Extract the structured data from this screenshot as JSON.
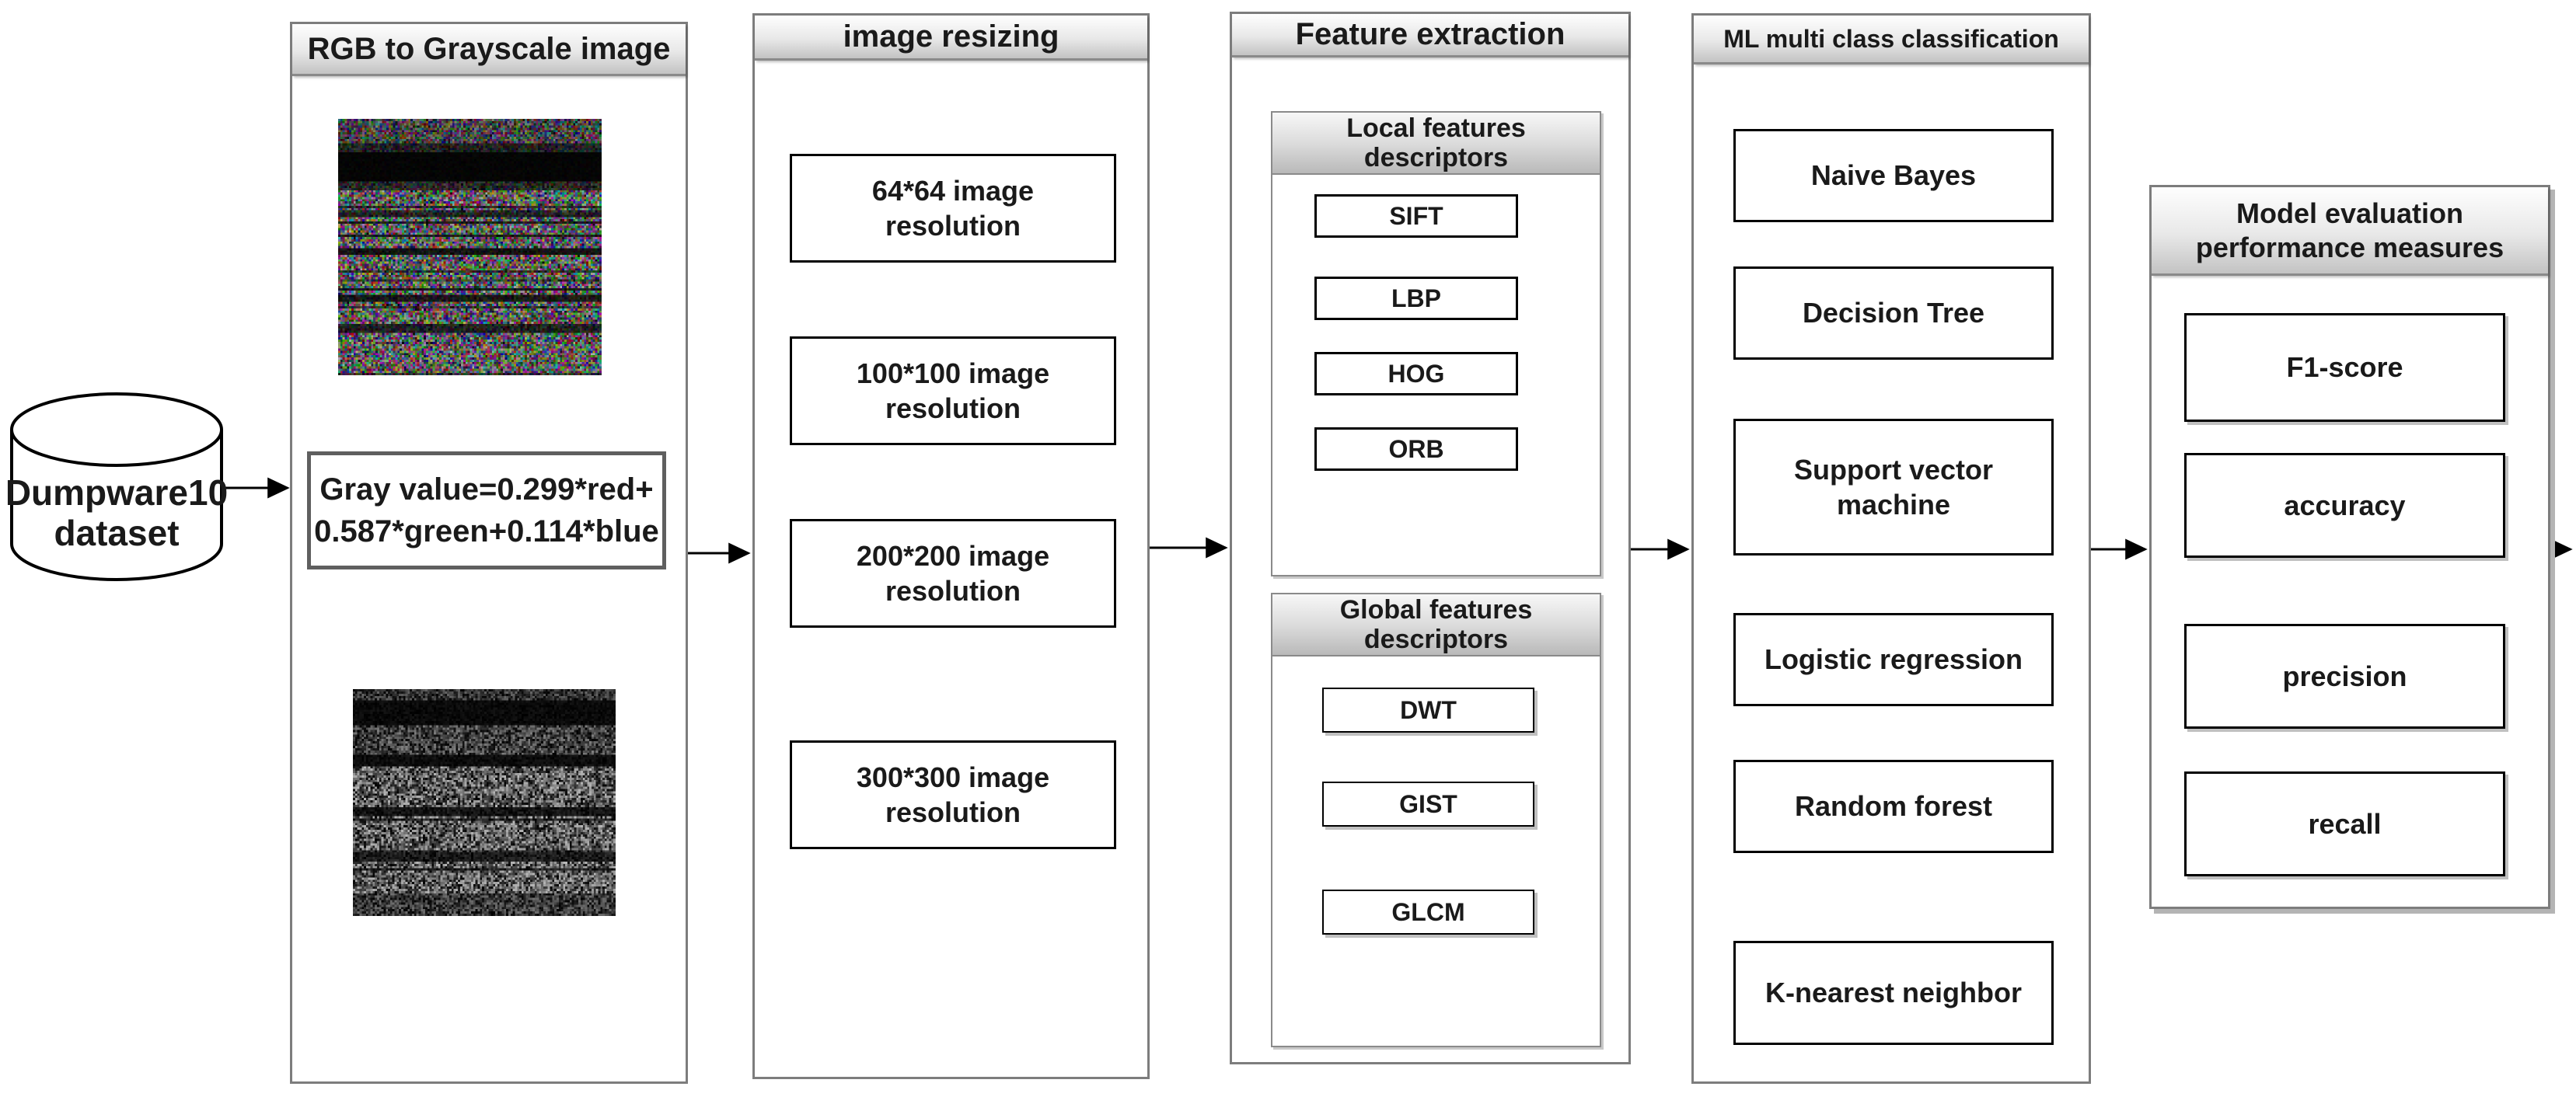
{
  "dataset": {
    "label_line1": "Dumpware10",
    "label_line2": "dataset"
  },
  "stages": {
    "rgb_to_grayscale": {
      "title": "RGB to Grayscale image",
      "formula_line1": "Gray value=0.299*red+",
      "formula_line2": "0.587*green+0.114*blue"
    },
    "image_resizing": {
      "title": "image resizing",
      "boxes": [
        "64*64 image resolution",
        "100*100 image resolution",
        "200*200 image resolution",
        "300*300 image resolution"
      ]
    },
    "feature_extraction": {
      "title": "Feature extraction",
      "local": {
        "title_line1": "Local features",
        "title_line2": "descriptors",
        "boxes": [
          "SIFT",
          "LBP",
          "HOG",
          "ORB"
        ]
      },
      "global": {
        "title_line1": "Global features",
        "title_line2": "descriptors",
        "boxes": [
          "DWT",
          "GIST",
          "GLCM"
        ]
      }
    },
    "ml_classification": {
      "title": "ML multi class classification",
      "boxes": [
        "Naive Bayes",
        "Decision Tree",
        "Support vector machine",
        "Logistic regression",
        "Random forest",
        "K-nearest neighbor"
      ]
    },
    "model_evaluation": {
      "title_line1": "Model evaluation",
      "title_line2": "performance measures",
      "boxes": [
        "F1-score",
        "accuracy",
        "precision",
        "recall"
      ]
    }
  },
  "icons": {
    "dataset_cylinder": "database-cylinder-icon",
    "rgb_noise_image": "rgb-malware-bytes-image",
    "grayscale_noise_image": "grayscale-malware-bytes-image",
    "arrows": "flow-arrow"
  },
  "colors": {
    "background": "#ffffff",
    "panel_border": "#7d7d7d",
    "box_border": "#000000",
    "header_gradient_top": "#fefefe",
    "header_gradient_bottom": "#c3c3c3",
    "text": "#1a1a1a",
    "arrow": "#000000",
    "shadow": "#b4b4b4"
  }
}
